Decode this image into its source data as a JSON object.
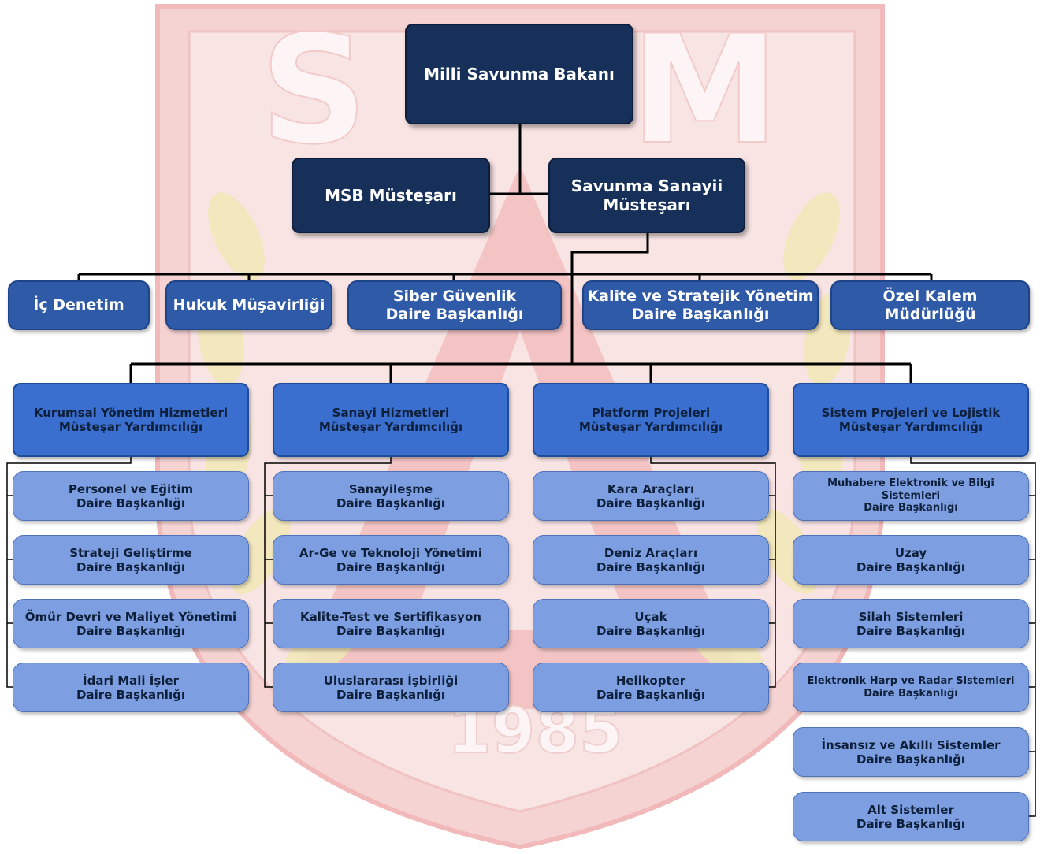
{
  "colors": {
    "top_box": "#16305a",
    "office_box": "#2e5aa8",
    "deputy_box": "#3a6fcf",
    "department_box": "#7d9ee0",
    "connector": "#000000",
    "watermark": "#f3b8b8"
  },
  "watermark": {
    "text_left": "S",
    "text_right": "M",
    "year": "1985"
  },
  "minister": {
    "lines": [
      "Milli Savunma Bakanı"
    ]
  },
  "undersecretaries": [
    {
      "lines": [
        "MSB Müsteşarı"
      ]
    },
    {
      "lines": [
        "Savunma Sanayii",
        "Müsteşarı"
      ]
    }
  ],
  "offices": [
    {
      "lines": [
        "İç Denetim"
      ]
    },
    {
      "lines": [
        "Hukuk Müşavirliği"
      ]
    },
    {
      "lines": [
        "Siber Güvenlik",
        "Daire Başkanlığı"
      ]
    },
    {
      "lines": [
        "Kalite ve Stratejik Yönetim",
        "Daire Başkanlığı"
      ]
    },
    {
      "lines": [
        "Özel Kalem Müdürlüğü"
      ]
    }
  ],
  "deputies": [
    {
      "lines": [
        "Kurumsal Yönetim Hizmetleri",
        "Müsteşar Yardımcılığı"
      ],
      "departments": [
        {
          "lines": [
            "Personel ve Eğitim",
            "Daire Başkanlığı"
          ]
        },
        {
          "lines": [
            "Strateji Geliştirme",
            "Daire Başkanlığı"
          ]
        },
        {
          "lines": [
            "Ömür Devri ve Maliyet Yönetimi",
            "Daire Başkanlığı"
          ]
        },
        {
          "lines": [
            "İdari Mali İşler",
            "Daire Başkanlığı"
          ]
        }
      ]
    },
    {
      "lines": [
        "Sanayi Hizmetleri",
        "Müsteşar Yardımcılığı"
      ],
      "departments": [
        {
          "lines": [
            "Sanayileşme",
            "Daire Başkanlığı"
          ]
        },
        {
          "lines": [
            "Ar-Ge ve Teknoloji Yönetimi",
            "Daire Başkanlığı"
          ]
        },
        {
          "lines": [
            "Kalite-Test ve Sertifikasyon",
            "Daire Başkanlığı"
          ]
        },
        {
          "lines": [
            "Uluslararası İşbirliği",
            "Daire Başkanlığı"
          ]
        }
      ]
    },
    {
      "lines": [
        "Platform Projeleri",
        "Müsteşar Yardımcılığı"
      ],
      "departments": [
        {
          "lines": [
            "Kara Araçları",
            "Daire Başkanlığı"
          ]
        },
        {
          "lines": [
            "Deniz Araçları",
            "Daire Başkanlığı"
          ]
        },
        {
          "lines": [
            "Uçak",
            "Daire Başkanlığı"
          ]
        },
        {
          "lines": [
            "Helikopter",
            "Daire Başkanlığı"
          ]
        }
      ]
    },
    {
      "lines": [
        "Sistem Projeleri ve Lojistik",
        "Müsteşar Yardımcılığı"
      ],
      "departments": [
        {
          "lines": [
            "Muhabere Elektronik ve Bilgi",
            "Sistemleri",
            "Daire Başkanlığı"
          ]
        },
        {
          "lines": [
            "Uzay",
            "Daire Başkanlığı"
          ]
        },
        {
          "lines": [
            "Silah Sistemleri",
            "Daire Başkanlığı"
          ]
        },
        {
          "lines": [
            "Elektronik Harp ve Radar Sistemleri",
            "Daire Başkanlığı"
          ]
        },
        {
          "lines": [
            "İnsansız ve Akıllı Sistemler",
            "Daire Başkanlığı"
          ]
        },
        {
          "lines": [
            "Alt Sistemler",
            "Daire Başkanlığı"
          ]
        }
      ]
    }
  ]
}
